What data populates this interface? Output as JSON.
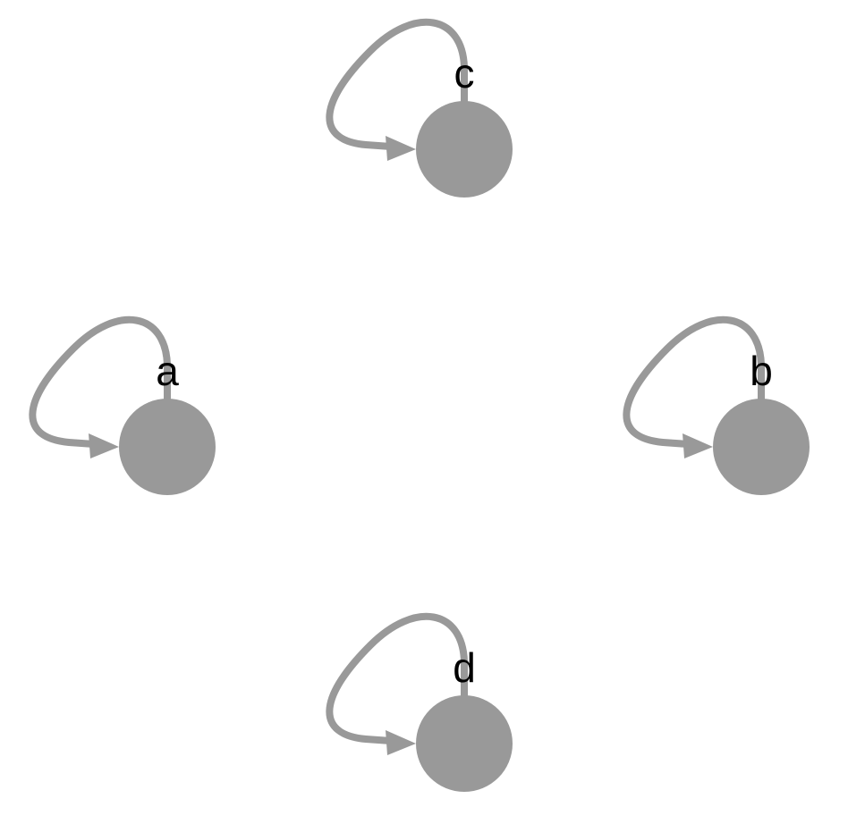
{
  "graph": {
    "colors": {
      "node": "#999999",
      "edge": "#999999",
      "label": "#000000",
      "background": "#ffffff"
    },
    "nodes": [
      {
        "id": "c",
        "label": "c"
      },
      {
        "id": "a",
        "label": "a"
      },
      {
        "id": "b",
        "label": "b"
      },
      {
        "id": "d",
        "label": "d"
      }
    ],
    "edges": [
      {
        "source": "c",
        "target": "c"
      },
      {
        "source": "a",
        "target": "a"
      },
      {
        "source": "b",
        "target": "b"
      },
      {
        "source": "d",
        "target": "d"
      }
    ]
  }
}
